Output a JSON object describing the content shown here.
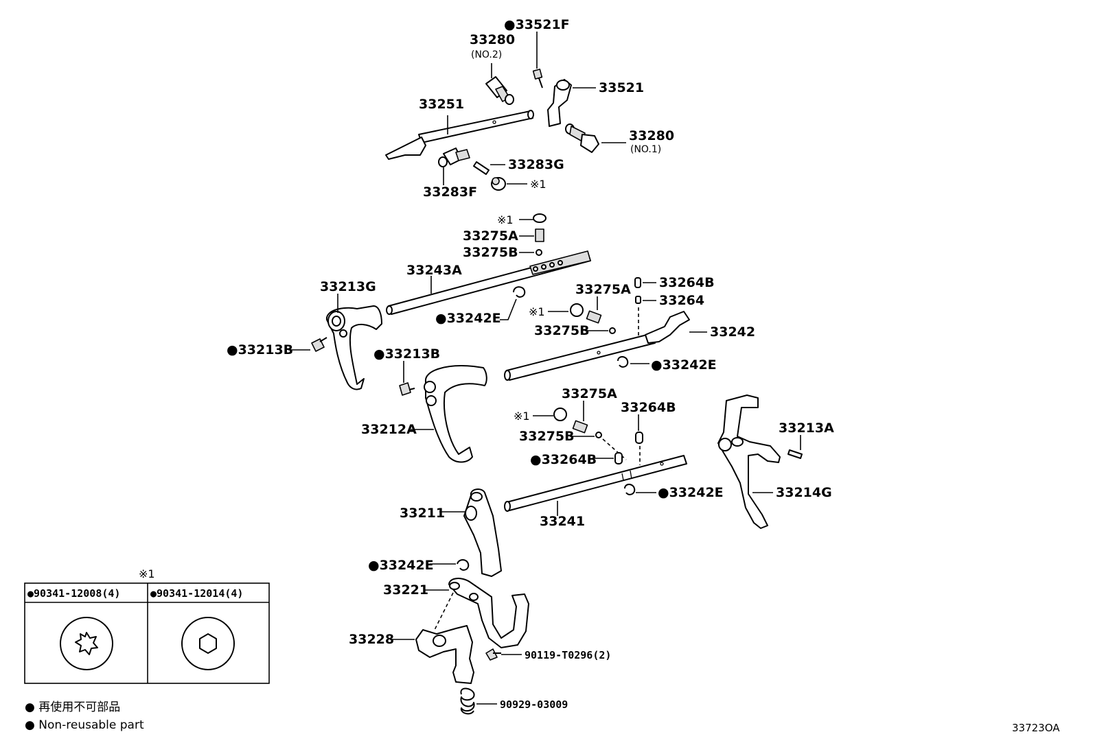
{
  "labels": {
    "p33521F": "●33521F",
    "p33280_2": "33280",
    "p33280_2_sub": "(NO.2)",
    "p33521": "33521",
    "p33251": "33251",
    "p33280_1": "33280",
    "p33280_1_sub": "(NO.1)",
    "p33283G": "33283G",
    "mark1_a": "※1",
    "p33283F": "33283F",
    "mark1_b": "※1",
    "p33275A_a": "33275A",
    "p33275B_a": "33275B",
    "p33243A": "33243A",
    "p33213G": "33213G",
    "p33264B_a": "33264B",
    "p33264": "33264",
    "p33275A_b": "33275A",
    "p33242E_a": "●33242E",
    "mark1_c": "※1",
    "p33275B_b": "33275B",
    "p33242": "33242",
    "p33213B_a": "●33213B",
    "p33213B_b": "●33213B",
    "p33242E_b": "●33242E",
    "p33275A_c": "33275A",
    "p33264B_b": "33264B",
    "mark1_d": "※1",
    "p33212A": "33212A",
    "p33275B_c": "33275B",
    "p33213A": "33213A",
    "p33264B_c": "●33264B",
    "p33242E_c": "●33242E",
    "p33214G": "33214G",
    "p33211": "33211",
    "p33241": "33241",
    "p33242E_d": "●33242E",
    "p33221": "33221",
    "p33228": "33228",
    "p90119": "90119-T0296(2)",
    "p90929": "90929-03009"
  },
  "table": {
    "mark": "※1",
    "col1": "●90341-12008(4)",
    "col2": "●90341-12014(4)"
  },
  "legend": {
    "line_jp": "● 再使用不可部品",
    "line_en": "● Non-reusable part"
  },
  "drawing_code": "33723OA"
}
